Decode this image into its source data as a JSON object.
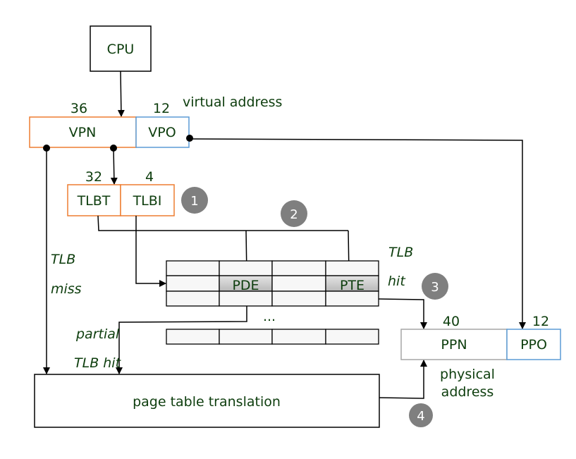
{
  "diagram": {
    "cpu": "CPU",
    "virtual_address": {
      "label": "virtual address",
      "vpn": {
        "label": "VPN",
        "bits": "36"
      },
      "vpo": {
        "label": "VPO",
        "bits": "12"
      }
    },
    "tlb_index": {
      "tlbt": {
        "label": "TLBT",
        "bits": "32"
      },
      "tlbi": {
        "label": "TLBI",
        "bits": "4"
      }
    },
    "tlb": {
      "pde": "PDE",
      "pte": "PTE",
      "ellipsis": "...",
      "hit_label_1": "TLB",
      "hit_label_2": "hit"
    },
    "miss_label_1": "TLB",
    "miss_label_2": "miss",
    "partial_label_1": "partial",
    "partial_label_2": "TLB hit",
    "page_table": "page table translation",
    "physical_address": {
      "label_1": "physical",
      "label_2": "address",
      "ppn": {
        "label": "PPN",
        "bits": "40"
      },
      "ppo": {
        "label": "PPO",
        "bits": "12"
      }
    },
    "steps": [
      "1",
      "2",
      "3",
      "4"
    ],
    "colors": {
      "orange": "#ed7d31",
      "blue": "#5b9bd5",
      "grey_border": "#a6a6a6",
      "badge": "#7f7f7f",
      "text": "#0d3d0d"
    }
  }
}
